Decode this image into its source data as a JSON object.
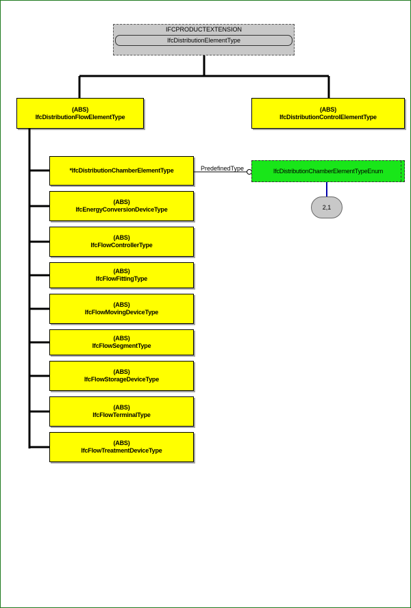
{
  "schema": {
    "name": "IFCPRODUCTEXTENSION",
    "parent_entity": "IfcDistributionElementType"
  },
  "subtypes": [
    {
      "tag": "(ABS)",
      "name": "IfcDistributionFlowElementType"
    },
    {
      "tag": "(ABS)",
      "name": "IfcDistributionControlElementType"
    }
  ],
  "flow_subtypes": [
    {
      "tag": "",
      "name": "*IfcDistributionChamberElementType"
    },
    {
      "tag": "(ABS)",
      "name": "IfcEnergyConversionDeviceType"
    },
    {
      "tag": "(ABS)",
      "name": "IfcFlowControllerType"
    },
    {
      "tag": "(ABS)",
      "name": "IfcFlowFittingType"
    },
    {
      "tag": "(ABS)",
      "name": "IfcFlowMovingDeviceType"
    },
    {
      "tag": "(ABS)",
      "name": "IfcFlowSegmentType"
    },
    {
      "tag": "(ABS)",
      "name": "IfcFlowStorageDeviceType"
    },
    {
      "tag": "(ABS)",
      "name": "IfcFlowTerminalType"
    },
    {
      "tag": "(ABS)",
      "name": "IfcFlowTreatmentDeviceType"
    }
  ],
  "attribute": {
    "label": "PredefinedType"
  },
  "enumeration": {
    "name": "IfcDistributionChamberElementTypeEnum"
  },
  "page_reference": {
    "label": "2,1"
  },
  "colors": {
    "entity_fill": "#ffff00",
    "enum_fill": "#19e619",
    "schema_fill": "#c8c8c8",
    "reference_fill": "#c8c8c8",
    "page_border": "#1e7a1e",
    "relationship_line": "#0000aa"
  }
}
